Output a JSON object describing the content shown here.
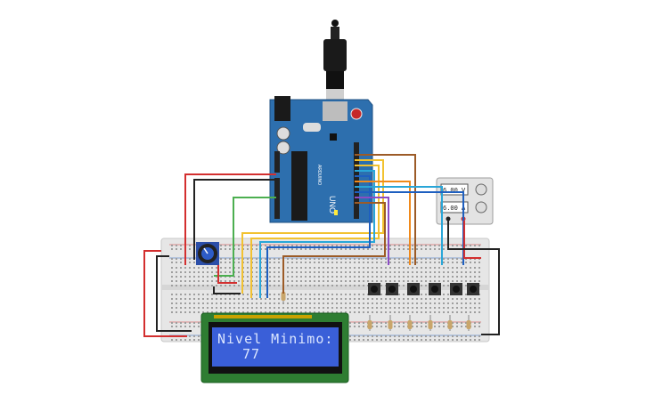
{
  "arduino": {
    "board_label": "UNO",
    "brand_label": "ARDUINO"
  },
  "power_supply": {
    "voltage": "6.00 V",
    "current": "6.00 A"
  },
  "lcd": {
    "line1": "Nivel Minimo:",
    "line2": "77"
  },
  "colors": {
    "breadboard": "#e6e6e6",
    "arduino_board": "#2d6fae",
    "lcd_screen": "#3a5fd8",
    "lcd_frame": "#2e7d32",
    "wire_red": "#d32f2f",
    "wire_black": "#222222",
    "wire_green": "#4caf50",
    "wire_yellow": "#f2c230",
    "wire_cyan": "#29a6d8",
    "wire_blue": "#1e5fc0",
    "wire_orange": "#f08a1c",
    "wire_brown": "#9c5b27",
    "wire_purple": "#8b4cc4"
  },
  "components": {
    "buttons_count_label": "6",
    "icons": [
      "usb-cable-icon",
      "potentiometer-icon",
      "pushbutton-icon",
      "resistor-icon"
    ]
  }
}
